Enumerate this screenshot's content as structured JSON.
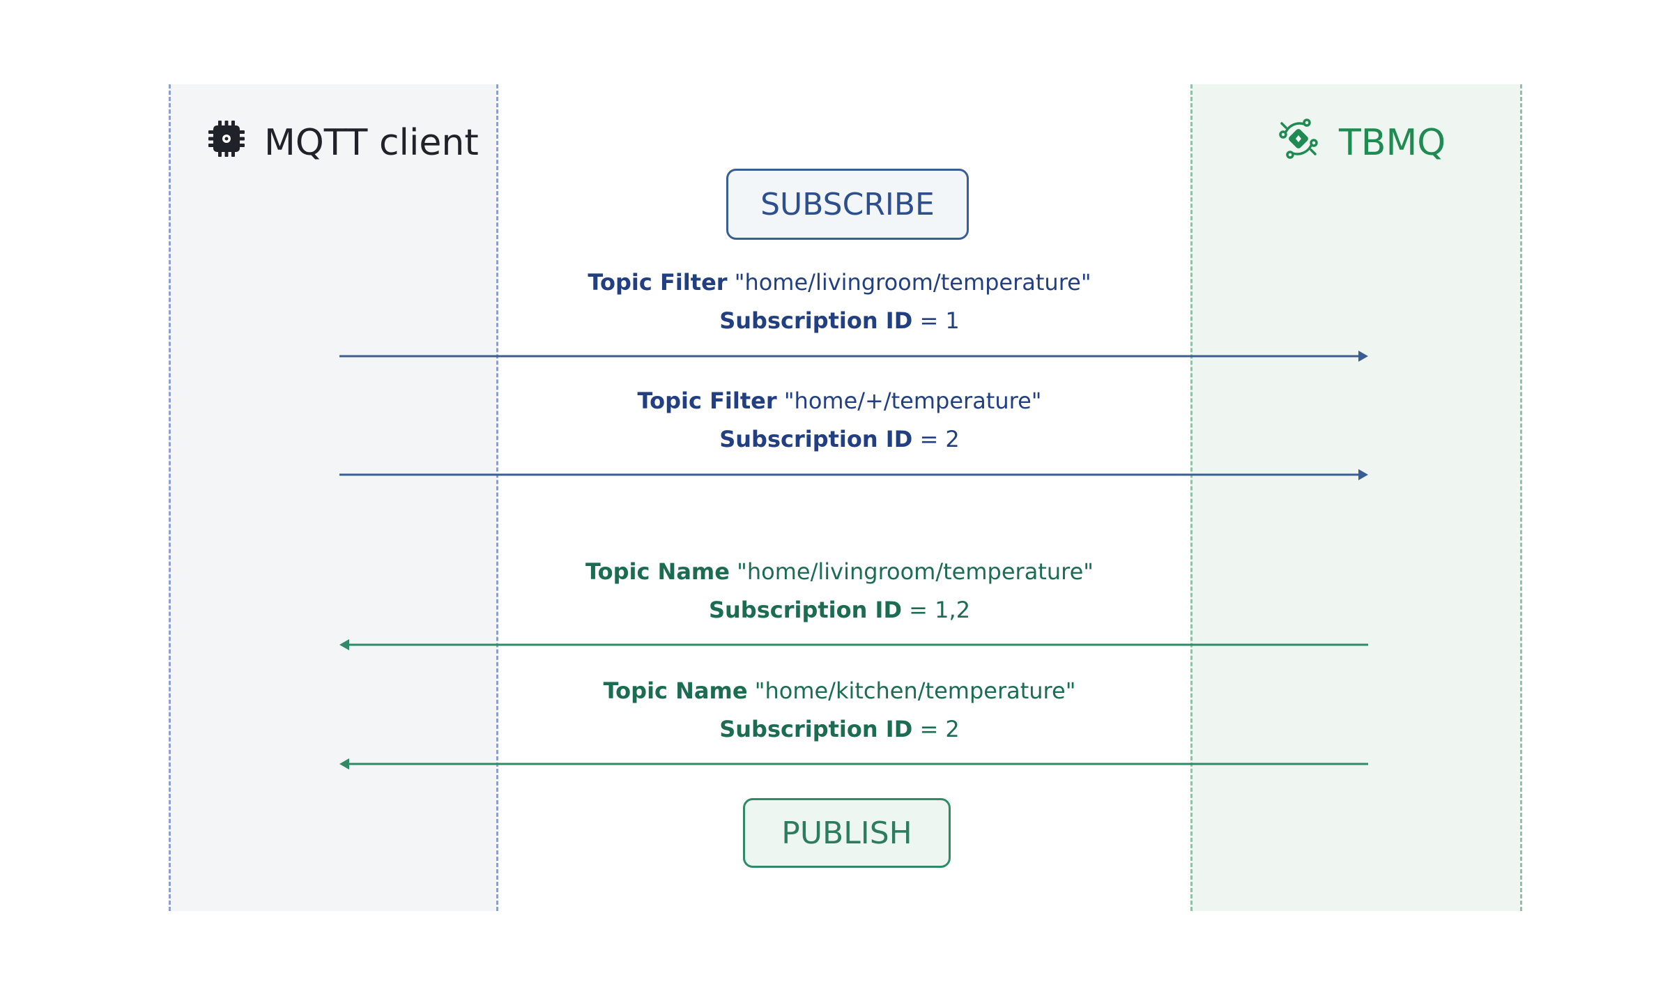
{
  "lanes": {
    "client": {
      "title": "MQTT client",
      "icon": "chip-icon"
    },
    "broker": {
      "title": "TBMQ",
      "icon": "tbmq-logo-icon"
    }
  },
  "buttons": {
    "subscribe": "SUBSCRIBE",
    "publish": "PUBLISH"
  },
  "messages": [
    {
      "direction": "client-to-broker",
      "k1": "Topic Filter",
      "v1": " \"home/livingroom/temperature\"",
      "k2": "Subscription ID",
      "v2": " = 1"
    },
    {
      "direction": "client-to-broker",
      "k1": "Topic Filter",
      "v1": " \"home/+/temperature\"",
      "k2": "Subscription ID",
      "v2": " = 2"
    },
    {
      "direction": "broker-to-client",
      "k1": "Topic Name",
      "v1": " \"home/livingroom/temperature\"",
      "k2": "Subscription ID",
      "v2": " = 1,2"
    },
    {
      "direction": "broker-to-client",
      "k1": "Topic Name",
      "v1": " \"home/kitchen/temperature\"",
      "k2": "Subscription ID",
      "v2": " = 2"
    }
  ],
  "colors": {
    "subscribe": "#3b5d96",
    "publish": "#2f8a67",
    "brand_green": "#1f8a52"
  }
}
